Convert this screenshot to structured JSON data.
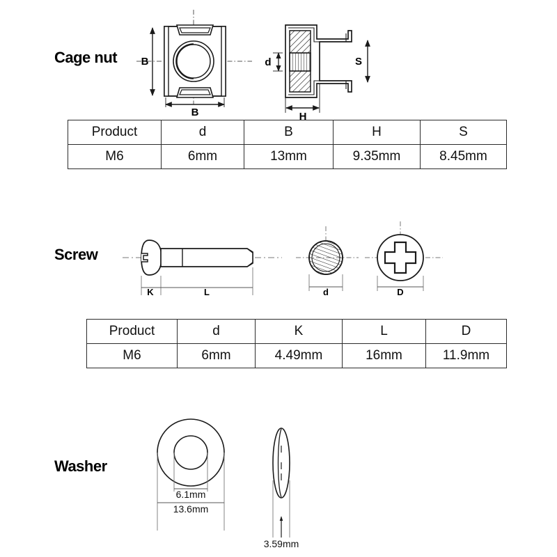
{
  "page": {
    "title": "Cage nut, Screw and Washer dimension specification sheet",
    "background_color": "#ffffff",
    "line_color": "#1a1a1a",
    "text_color": "#000000"
  },
  "sections": {
    "cage_nut": {
      "label": "Cage nut",
      "drawing_callouts": {
        "front_height": "B",
        "front_width": "B",
        "side_thread": "d",
        "side_depth": "H",
        "side_span": "S"
      },
      "table": {
        "headers": [
          "Product",
          "d",
          "B",
          "H",
          "S"
        ],
        "rows": [
          [
            "M6",
            "6mm",
            "13mm",
            "9.35mm",
            "8.45mm"
          ]
        ]
      }
    },
    "screw": {
      "label": "Screw",
      "drawing_callouts": {
        "head_height": "K",
        "shank_length": "L",
        "shank_diameter": "d",
        "head_diameter": "D"
      },
      "table": {
        "headers": [
          "Product",
          "d",
          "K",
          "L",
          "D"
        ],
        "rows": [
          [
            "M6",
            "6mm",
            "4.49mm",
            "16mm",
            "11.9mm"
          ]
        ]
      }
    },
    "washer": {
      "label": "Washer",
      "drawing_callouts": {
        "inner_diameter": "6.1mm",
        "outer_diameter": "13.6mm",
        "thickness": "3.59mm"
      }
    }
  }
}
